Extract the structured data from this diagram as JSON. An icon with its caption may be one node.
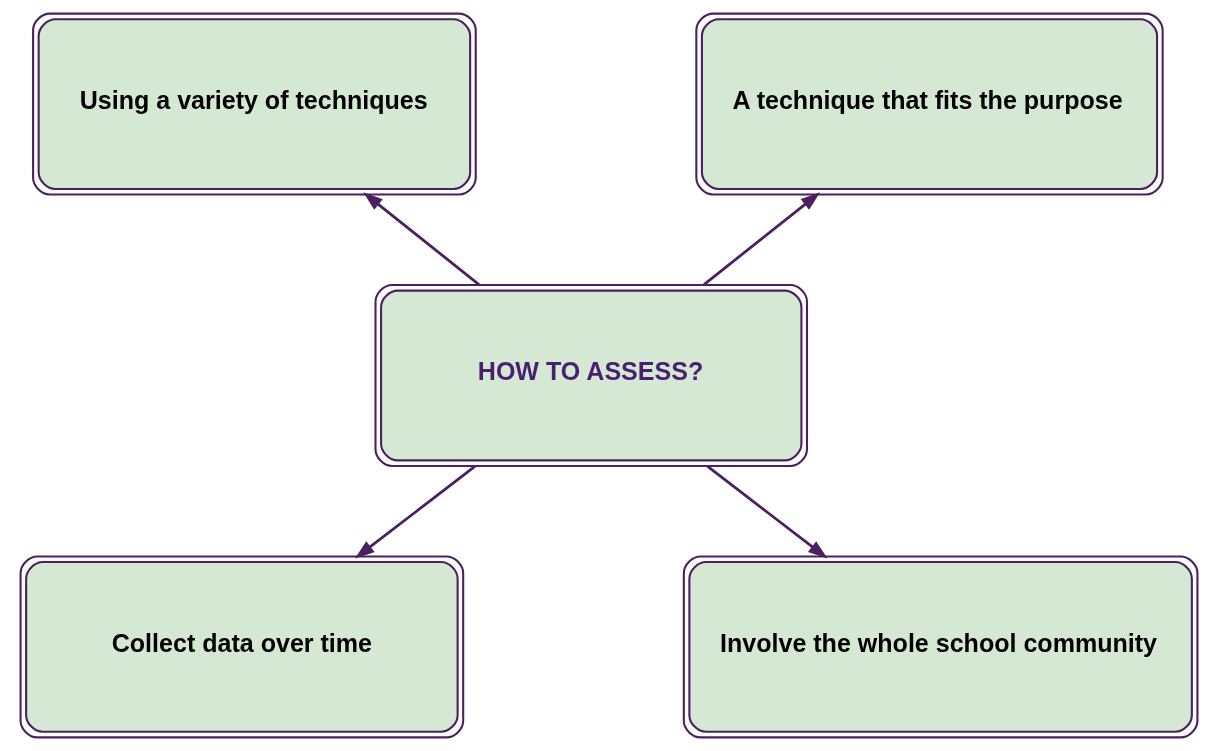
{
  "diagram": {
    "nodes": [
      {
        "text": [
          "Using a variety of techniques"
        ]
      },
      {
        "text": [
          "A technique that fits the purpose"
        ]
      },
      {
        "text": [
          "HOW TO ASSESS?"
        ]
      },
      {
        "text": [
          "Collect data over time"
        ]
      },
      {
        "text": [
          "Involve the whole school community"
        ]
      }
    ],
    "edges": [
      {
        "from": 2,
        "to": 0,
        "arrow": "to"
      },
      {
        "from": 2,
        "to": 1,
        "arrow": "to"
      },
      {
        "from": 2,
        "to": 3,
        "arrow": "to"
      },
      {
        "from": 2,
        "to": 4,
        "arrow": "to"
      }
    ]
  }
}
